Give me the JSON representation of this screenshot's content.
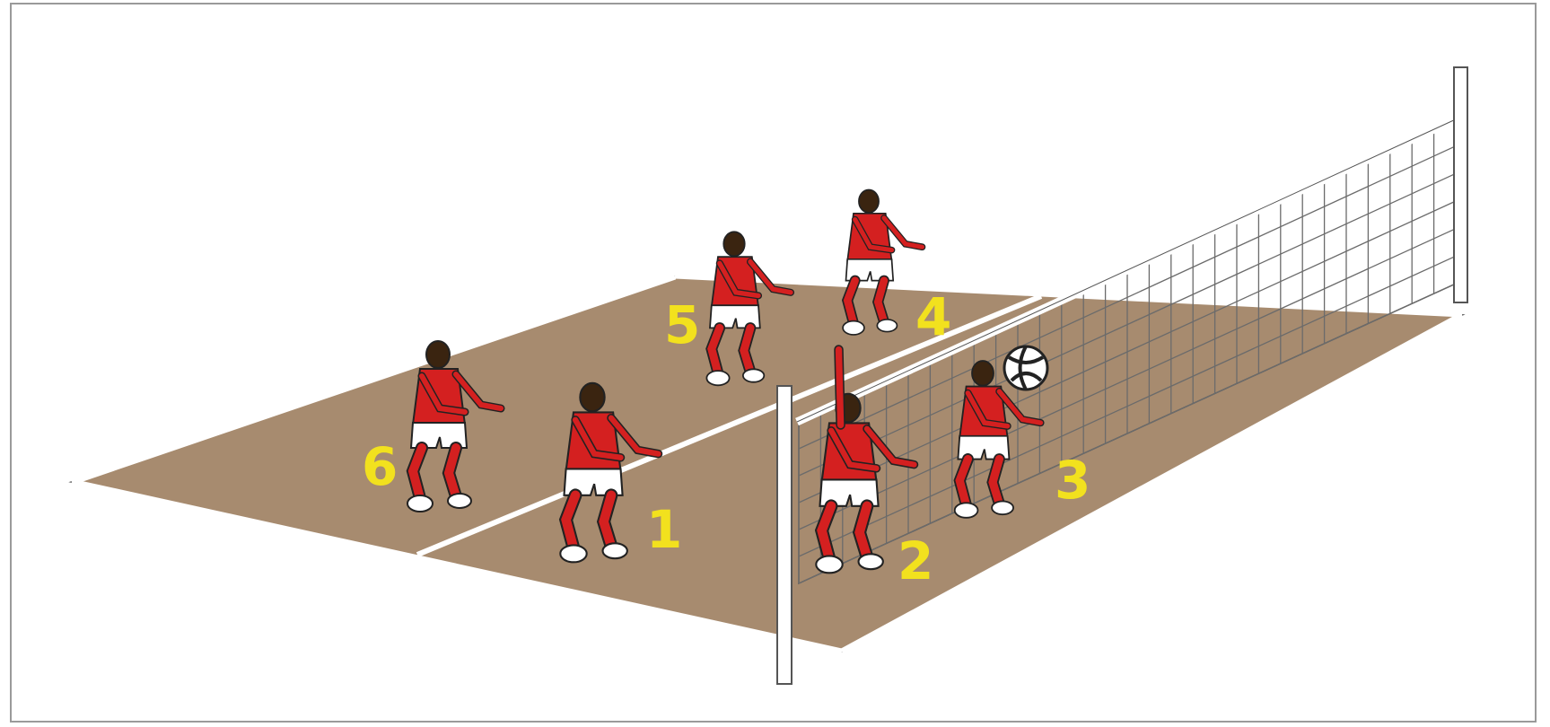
{
  "colors": {
    "court": "#a78b6f",
    "court_line": "#ffffff",
    "outline": "#4a4a4a",
    "jersey": "#d42020",
    "label": "#f2e11e",
    "ball": "#2b2b2b",
    "net_post": "#ffffff"
  },
  "positions": {
    "p1": "1",
    "p2": "2",
    "p3": "3",
    "p4": "4",
    "p5": "5",
    "p6": "6"
  }
}
